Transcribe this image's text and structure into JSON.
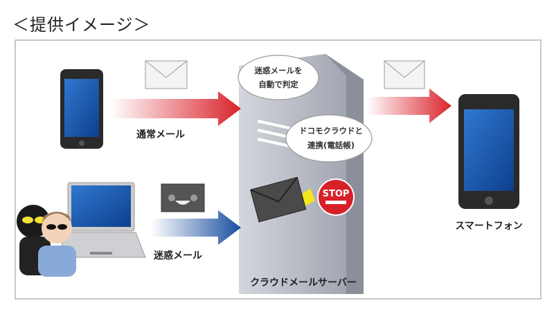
{
  "title": "＜提供イメージ＞",
  "labels": {
    "normal_mail": "通常メール",
    "spam_mail": "迷惑メール",
    "server": "クラウドメールサーバー",
    "smartphone": "スマートフォン",
    "stop": "STOP"
  },
  "clouds": {
    "auto_judge": [
      "迷惑メールを",
      "自動で判定"
    ],
    "docomo_cloud": [
      "ドコモクラウドと",
      "連携(電話帳)"
    ]
  },
  "colors": {
    "red_arrow": "#d9232b",
    "blue_arrow": "#1a4fa0",
    "screen_blue": "#1f5fb8",
    "server_gray": "#b9bcc6",
    "stop_red": "#d8202a"
  }
}
